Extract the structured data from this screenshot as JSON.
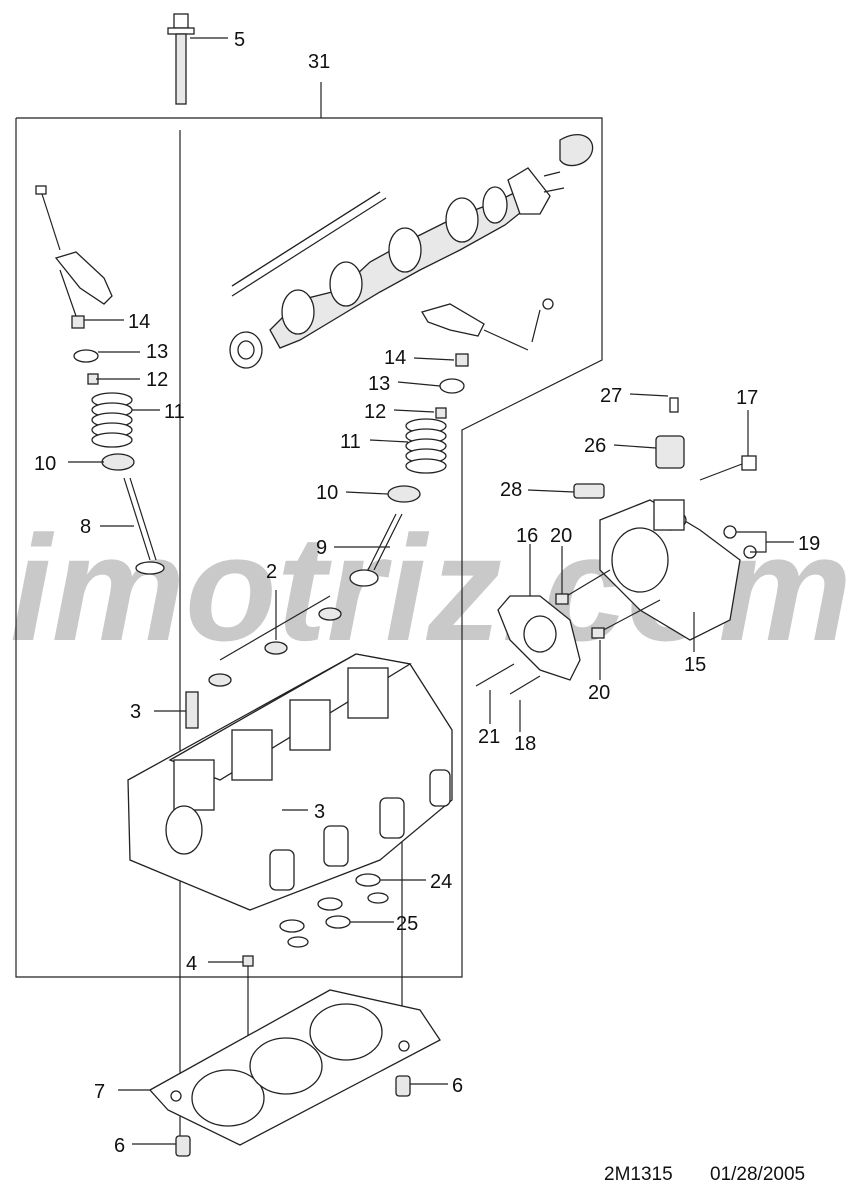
{
  "watermark": "imotriz.com",
  "drawing_code": "2M1315",
  "drawing_date": "01/28/2005",
  "callouts": {
    "c5": "5",
    "c31": "31",
    "c14a": "14",
    "c13a": "13",
    "c12a": "12",
    "c11a": "11",
    "c10a": "10",
    "c8": "8",
    "c14b": "14",
    "c13b": "13",
    "c12b": "12",
    "c11b": "11",
    "c10b": "10",
    "c9": "9",
    "c27": "27",
    "c17": "17",
    "c26": "26",
    "c28": "28",
    "c16": "16",
    "c20a": "20",
    "c19": "19",
    "c2": "2",
    "c15": "15",
    "c20b": "20",
    "c21": "21",
    "c18": "18",
    "c3a": "3",
    "c3b": "3",
    "c24": "24",
    "c25": "25",
    "c4": "4",
    "c7": "7",
    "c6a": "6",
    "c6b": "6"
  }
}
